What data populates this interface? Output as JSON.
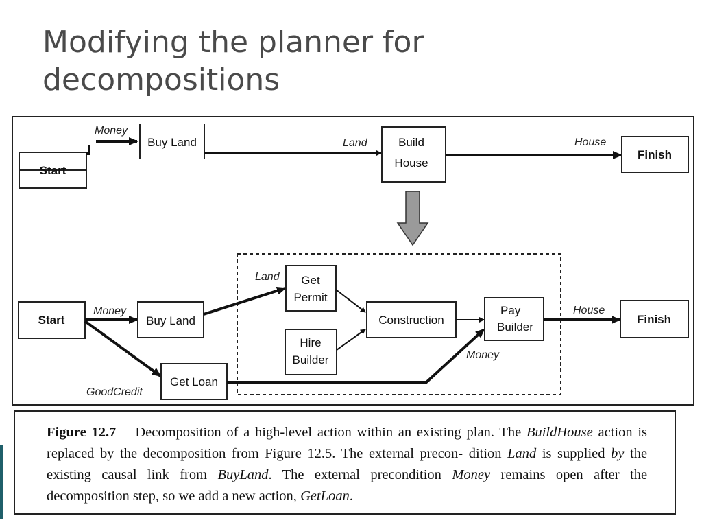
{
  "title": {
    "line1": "Modifying the planner for",
    "line2": "decompositions"
  },
  "top_plan": {
    "start": "Start",
    "buy_land": "Buy Land",
    "build_house_1": "Build",
    "build_house_2": "House",
    "finish": "Finish",
    "cond_money": "Money",
    "cond_land": "Land",
    "cond_house": "House"
  },
  "bottom_plan": {
    "start": "Start",
    "buy_land": "Buy Land",
    "get_permit_1": "Get",
    "get_permit_2": "Permit",
    "hire_builder_1": "Hire",
    "hire_builder_2": "Builder",
    "construction": "Construction",
    "pay_builder_1": "Pay",
    "pay_builder_2": "Builder",
    "finish": "Finish",
    "get_loan": "Get Loan",
    "cond_money": "Money",
    "cond_land": "Land",
    "cond_house": "House",
    "cond_money_2": "Money",
    "cond_goodcredit": "GoodCredit"
  },
  "caption": {
    "figure": "Figure 12.7",
    "t1": "Decomposition of a high-level action within an existing plan. The",
    "i1": "BuildHouse",
    "t2": "action is replaced by the decomposition from Figure 12.5. The external precon-",
    "t3": "dition",
    "i2": "Land",
    "t4": "is supplied",
    "i3": "by",
    "t5": "the existing causal link from",
    "i4": "BuyLand",
    "t6": ". The external precondition",
    "i5": "Money",
    "t7": "remains open after the decomposition step, so we add a new action,",
    "i6": "GetLoan",
    "t8": "."
  },
  "colors": {
    "title": "#4a4a4a",
    "accent": "#1f5f6a",
    "arrow_fill": "#9a9a9a"
  }
}
